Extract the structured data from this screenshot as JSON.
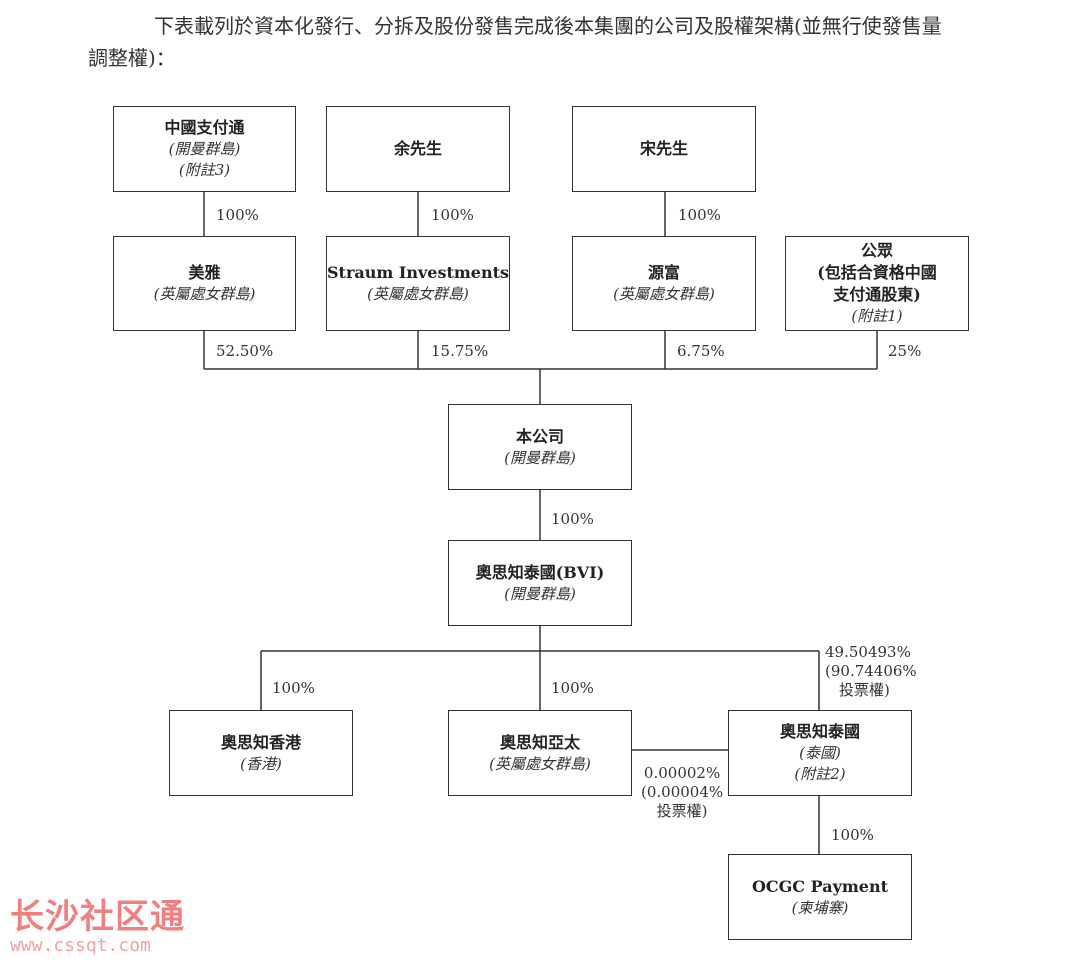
{
  "intro": {
    "line1": "下表載列於資本化發行、分拆及股份發售完成後本集團的公司及股權架構(並無行使發售量",
    "line2": "調整權)："
  },
  "boxes": {
    "zgzft": {
      "name": "中國支付通",
      "sub1": "(開曼群島)",
      "sub2": "(附註3)"
    },
    "yu": {
      "name": "余先生"
    },
    "song": {
      "name": "宋先生"
    },
    "meiya": {
      "name": "美雅",
      "sub1": "(英屬處女群島)"
    },
    "straum": {
      "name": "Straum Investments",
      "sub1": "(英屬處女群島)"
    },
    "yuanfu": {
      "name": "源富",
      "sub1": "(英屬處女群島)"
    },
    "public": {
      "name1": "公眾",
      "name2": "(包括合資格中國",
      "name3": "支付通股東)",
      "sub1": "(附註1)"
    },
    "company": {
      "name": "本公司",
      "sub1": "(開曼群島)"
    },
    "bvi": {
      "name": "奧思知泰國(BVI)",
      "sub1": "(開曼群島)"
    },
    "hk": {
      "name": "奧思知香港",
      "sub1": "(香港)"
    },
    "ap": {
      "name": "奧思知亞太",
      "sub1": "(英屬處女群島)"
    },
    "th": {
      "name": "奧思知泰國",
      "sub1": "(泰國)",
      "sub2": "(附註2)"
    },
    "ocgc": {
      "name": "OCGC Payment",
      "sub1": "(柬埔寨)"
    }
  },
  "percents": {
    "zgzft_meiya": "100%",
    "yu_straum": "100%",
    "song_yuanfu": "100%",
    "meiya_co": "52.50%",
    "straum_co": "15.75%",
    "yuanfu_co": "6.75%",
    "public_co": "25%",
    "co_bvi": "100%",
    "bvi_hk": "100%",
    "bvi_ap": "100%",
    "bvi_th_1": "49.50493%",
    "bvi_th_2": "(90.74406%",
    "bvi_th_3": "投票權)",
    "ap_th_1": "0.00002%",
    "ap_th_2": "(0.00004%",
    "ap_th_3": "投票權)",
    "th_ocgc": "100%"
  },
  "watermark": {
    "text": "长沙社区通",
    "url": "www.cssqt.com"
  }
}
